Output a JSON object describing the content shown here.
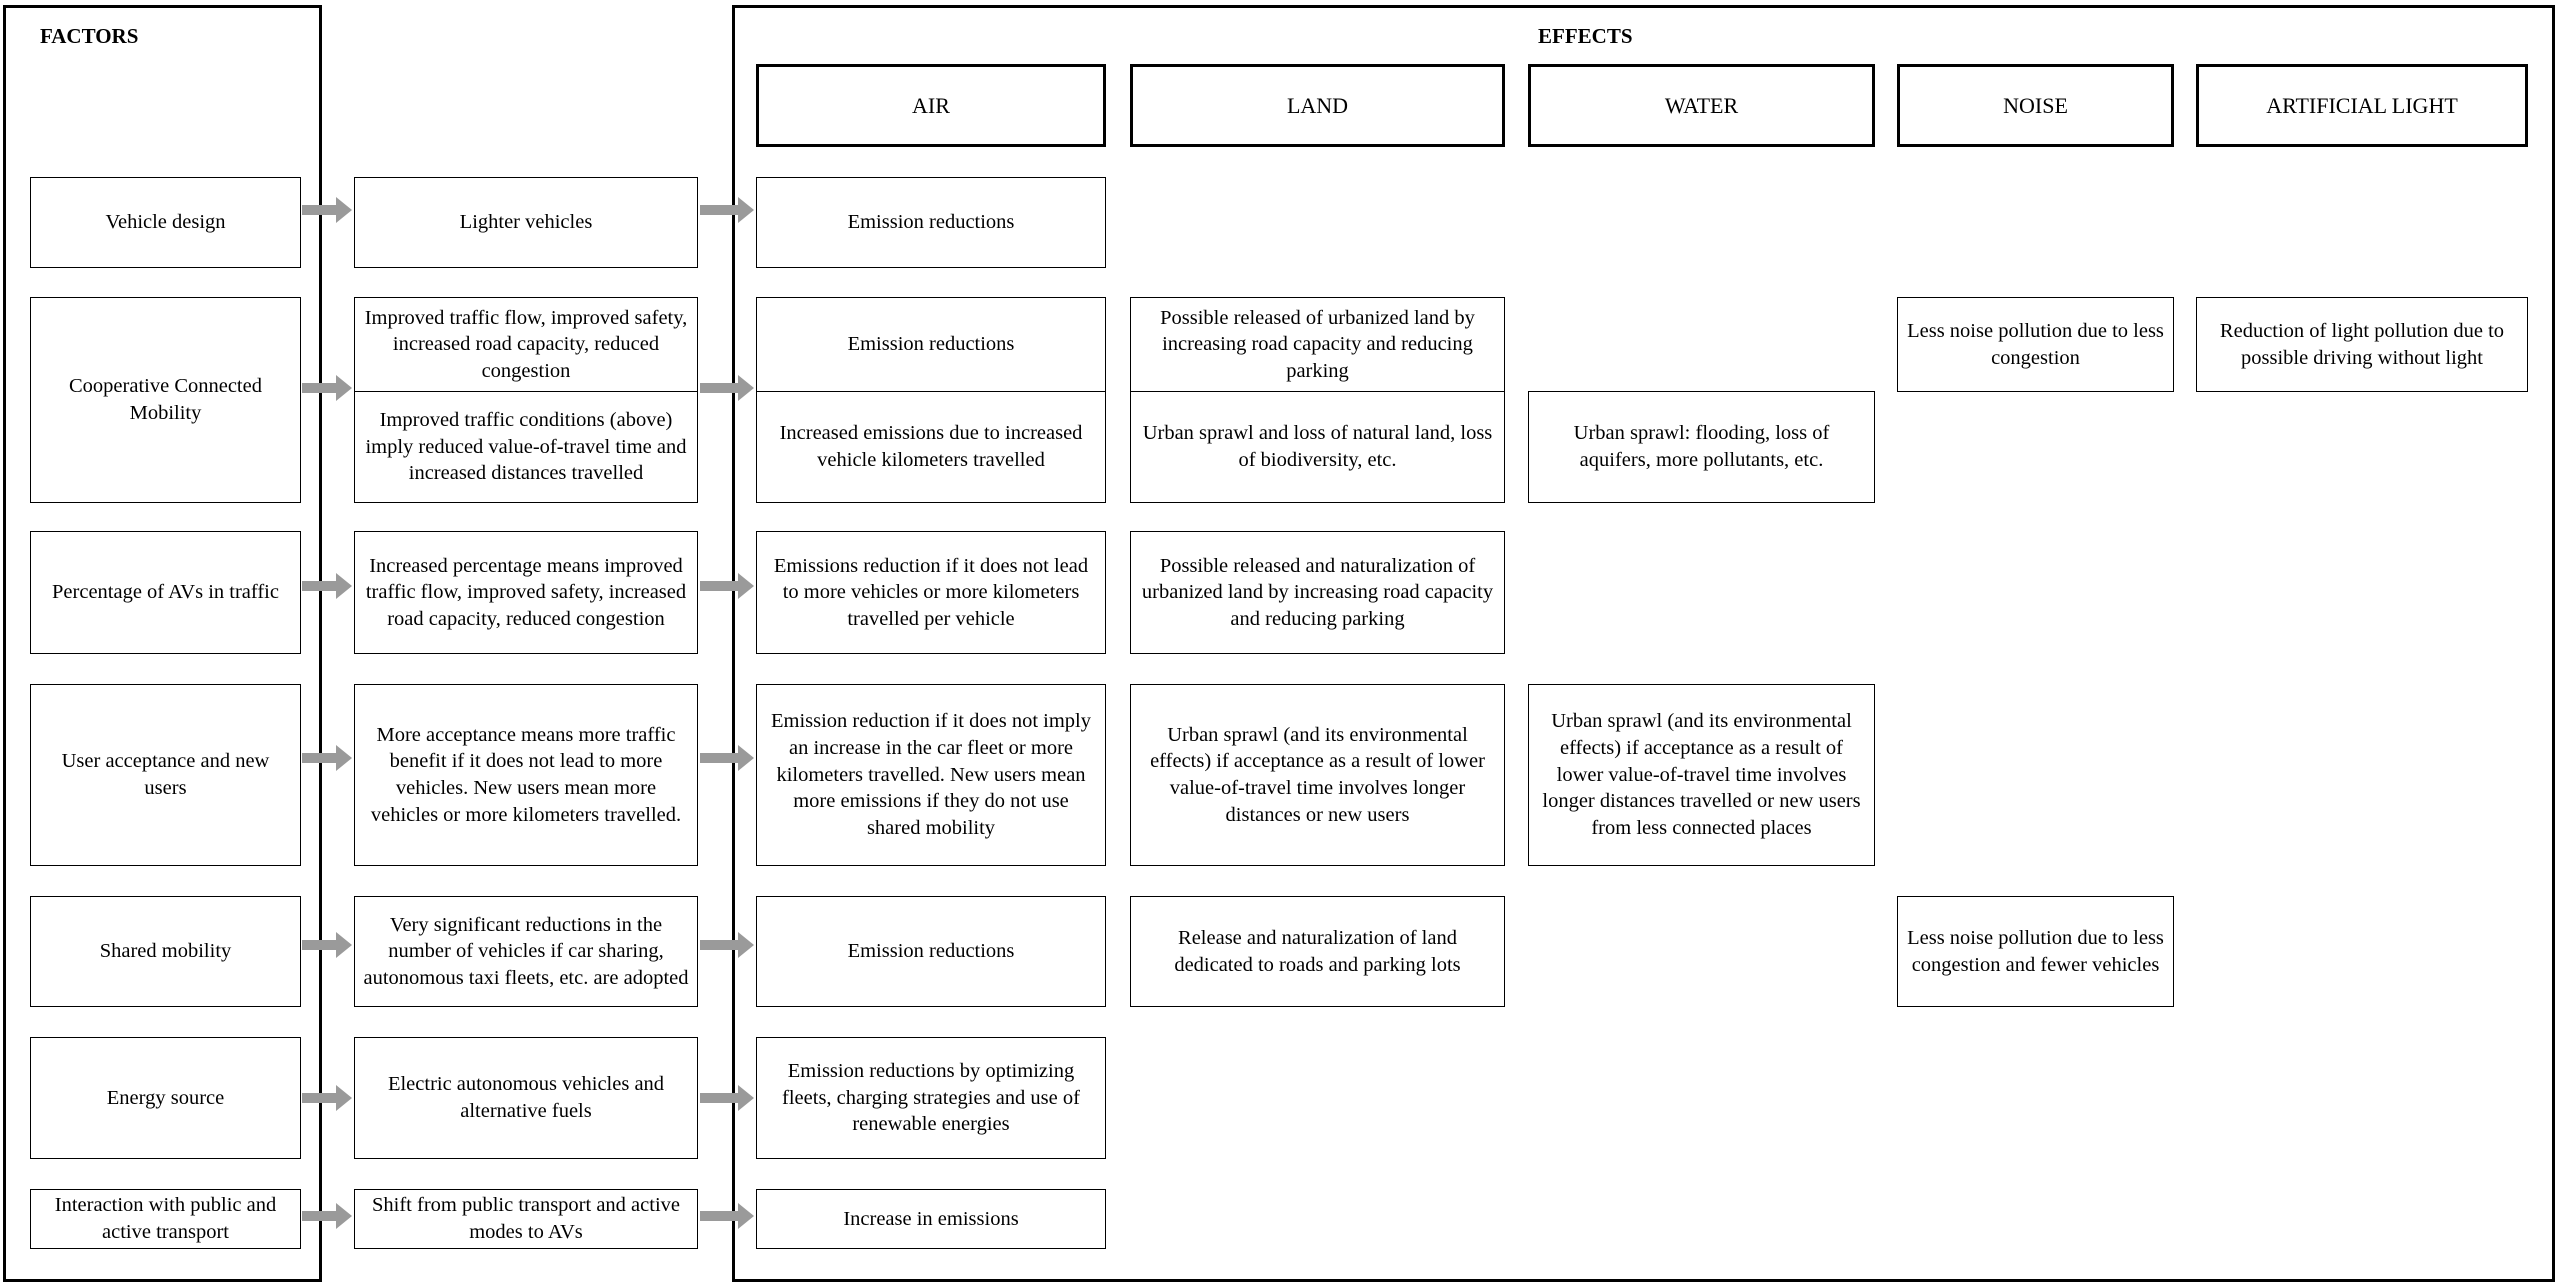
{
  "factors_title": "FACTORS",
  "effects_title": "EFFECTS",
  "effect_headers": [
    "AIR",
    "LAND",
    "WATER",
    "NOISE",
    "ARTIFICIAL LIGHT"
  ],
  "rows": [
    {
      "factor": "Vehicle design",
      "mechanism": [
        "Lighter vehicles"
      ],
      "air": [
        "Emission reductions"
      ]
    },
    {
      "factor": "Cooperative Connected Mobility",
      "mechanism": [
        "Improved traffic flow, improved safety, increased road capacity, reduced congestion",
        "Improved traffic conditions (above) imply reduced value-of-travel time and increased distances travelled"
      ],
      "air": [
        "Emission reductions",
        "Increased emissions due to increased vehicle kilometers travelled"
      ],
      "land": [
        "Possible released of urbanized land by increasing road capacity and reducing parking",
        "Urban sprawl and loss of natural land, loss of biodiversity, etc."
      ],
      "water": "Urban sprawl: flooding, loss of aquifers, more pollutants, etc.",
      "noise": "Less noise pollution due to less congestion",
      "light": "Reduction of light pollution due to possible driving without light"
    },
    {
      "factor": "Percentage of AVs in traffic",
      "mechanism": [
        "Increased percentage means improved traffic flow, improved safety, increased road capacity, reduced congestion"
      ],
      "air": [
        "Emissions reduction if it does not lead to more vehicles or more kilometers travelled per vehicle"
      ],
      "land": [
        "Possible released and naturalization of urbanized land by increasing road capacity and reducing parking"
      ]
    },
    {
      "factor": "User acceptance and new users",
      "mechanism": [
        "More acceptance means more traffic benefit if it does not lead to more vehicles. New users mean more vehicles or more kilometers travelled."
      ],
      "air": [
        "Emission reduction if it does not imply an increase in the car fleet or more kilometers travelled. New users mean more emissions if they do not use shared mobility"
      ],
      "land": [
        "Urban sprawl (and its environmental effects) if acceptance as a result of lower value-of-travel time involves longer distances or new users"
      ],
      "water": "Urban sprawl (and its environmental effects) if acceptance as a result of lower value-of-travel time involves longer distances travelled or new users from less connected places"
    },
    {
      "factor": "Shared mobility",
      "mechanism": [
        "Very significant reductions in the number of vehicles if car sharing, autonomous taxi fleets, etc. are adopted"
      ],
      "air": [
        "Emission reductions"
      ],
      "land": [
        "Release and naturalization of land dedicated to roads and parking lots"
      ],
      "noise": "Less noise pollution due to less congestion and fewer vehicles"
    },
    {
      "factor": "Energy source",
      "mechanism": [
        "Electric autonomous vehicles and alternative fuels"
      ],
      "air": [
        "Emission reductions by optimizing fleets, charging strategies and use of renewable energies"
      ]
    },
    {
      "factor": "Interaction with public and active transport",
      "mechanism": [
        "Shift from public transport and active modes to AVs"
      ],
      "air": [
        "Increase in emissions"
      ]
    }
  ]
}
